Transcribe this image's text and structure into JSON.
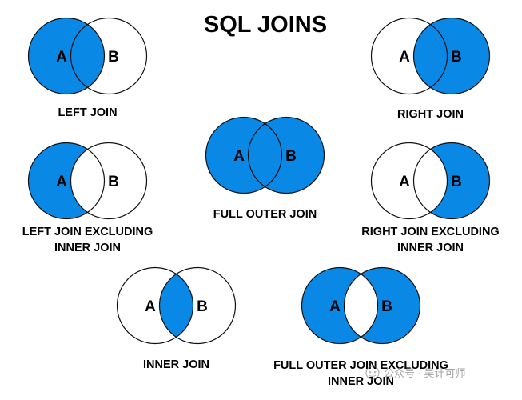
{
  "title": "SQL JOINS",
  "colors": {
    "fill": "#0a88e6",
    "outline": "#111111",
    "background": "#ffffff"
  },
  "set_a_label": "A",
  "set_b_label": "B",
  "joins": [
    {
      "id": "left-join",
      "regions": [
        "a_only",
        "overlap"
      ],
      "caption": [
        "LEFT JOIN"
      ]
    },
    {
      "id": "right-join",
      "regions": [
        "b_only",
        "overlap"
      ],
      "caption": [
        "RIGHT JOIN"
      ]
    },
    {
      "id": "full-outer-join",
      "regions": [
        "a_only",
        "overlap",
        "b_only"
      ],
      "caption": [
        "FULL OUTER JOIN"
      ]
    },
    {
      "id": "left-join-excluding-inner-join",
      "regions": [
        "a_only"
      ],
      "caption": [
        "LEFT JOIN EXCLUDING",
        "INNER JOIN"
      ]
    },
    {
      "id": "right-join-excluding-inner-join",
      "regions": [
        "b_only"
      ],
      "caption": [
        "RIGHT JOIN EXCLUDING",
        "INNER JOIN"
      ]
    },
    {
      "id": "inner-join",
      "regions": [
        "overlap"
      ],
      "caption": [
        "INNER JOIN"
      ]
    },
    {
      "id": "full-outer-join-excluding-inner-join",
      "regions": [
        "a_only",
        "b_only"
      ],
      "caption": [
        "FULL OUTER JOIN EXCLUDING",
        "INNER JOIN"
      ]
    }
  ],
  "watermark": {
    "icon": "wechat-official-account-icon",
    "text": "公众号 · 吴计可师"
  }
}
